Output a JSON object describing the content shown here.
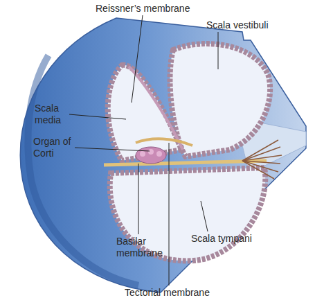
{
  "diagram": {
    "labels": [
      "Reissner’s membrane",
      "Scala vestibuli",
      "Scala media",
      "Organ of Corti",
      "Basilar membrane",
      "Scala tympani",
      "Tectorial membrane"
    ]
  }
}
